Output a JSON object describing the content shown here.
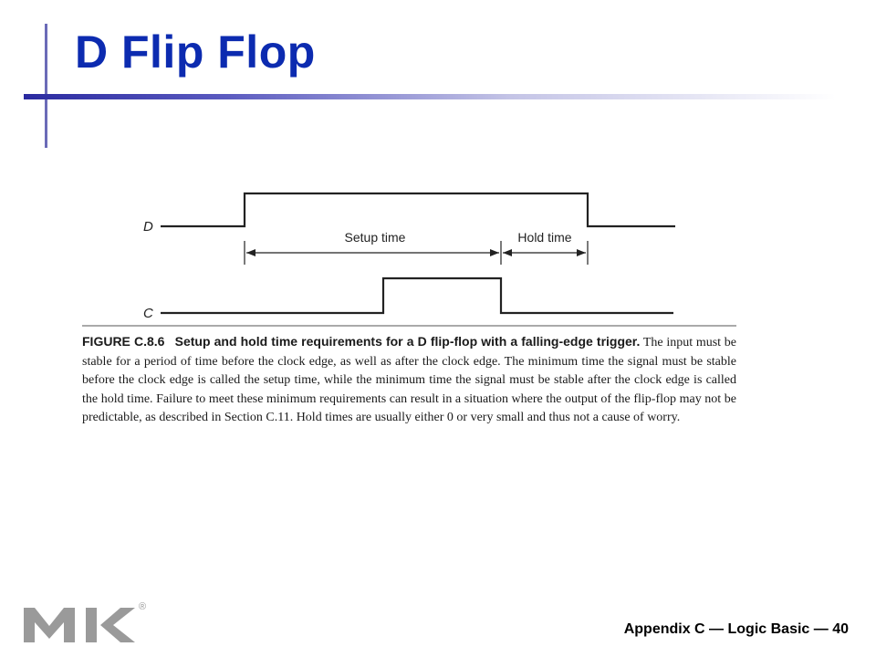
{
  "slide": {
    "title": "D Flip Flop",
    "footer": "Appendix  C — Logic Basic — 40",
    "logo_mark": "®"
  },
  "diagram": {
    "signals": [
      {
        "label": "D"
      },
      {
        "label": "C"
      }
    ],
    "intervals": [
      {
        "label": "Setup time"
      },
      {
        "label": "Hold time"
      }
    ]
  },
  "caption": {
    "figure_label": "FIGURE C.8.6",
    "heading": "Setup and hold time requirements for a D flip-flop with a falling-edge trigger.",
    "body": "The input must be stable for a period of time before the clock edge, as well as after the clock edge. The minimum time the signal must be stable before the clock edge is called the setup time, while the minimum time the signal must be stable after the clock edge is called the hold time. Failure to meet these minimum requirements can result in a situation where the output of the flip-flop may not be predictable, as described in Section C.11. Hold times are usually either 0 or very small and thus not a cause of worry."
  },
  "colors": {
    "title": "#0c2bb0",
    "accent_bar": "#2a2aa0"
  }
}
